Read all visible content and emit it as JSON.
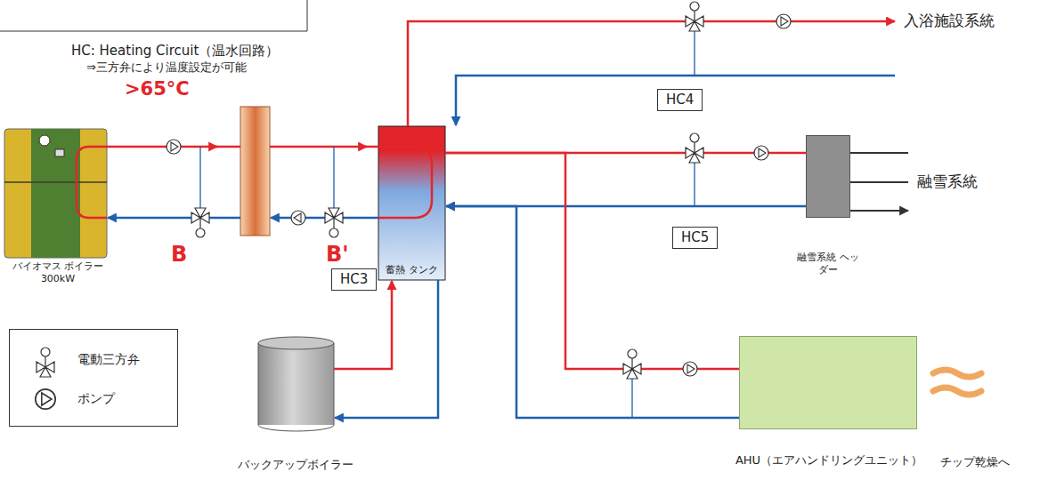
{
  "diagram": {
    "nodes": [
      {
        "text": [
          "バイオマス ボイラー",
          "300kW"
        ]
      },
      {
        "text": [
          "HC3"
        ]
      },
      {
        "text": [
          "蓄熱 タンク"
        ]
      },
      {
        "text": [
          "HC4"
        ]
      },
      {
        "text": [
          "融雪系統 ヘッダー"
        ]
      },
      {
        "text": [
          "HC5"
        ]
      },
      {
        "text": [
          "バックアップボイラー"
        ]
      },
      {
        "text": [
          "AHU（エアハンドリングユニット）"
        ]
      }
    ],
    "edges": [
      {
        "from": 2,
        "to": 4,
        "arrow": "none"
      },
      {
        "from": 4,
        "to": 2,
        "arrow": "to"
      },
      {
        "from": 2,
        "to": 7,
        "arrow": "none"
      },
      {
        "from": 7,
        "to": 2,
        "arrow": "to"
      },
      {
        "from": 6,
        "to": 2,
        "arrow": "to"
      },
      {
        "from": 2,
        "to": 6,
        "arrow": "to"
      }
    ],
    "labels": [
      "HC: Heating Circuit（温水回路）",
      "⇒三方弁により温度設定が可能",
      ">65°C",
      "B",
      "B'",
      "入浴施設系統",
      "融雪系統",
      "チップ乾燥へ"
    ],
    "legend": [
      {
        "text": "電動三方弁"
      },
      {
        "text": "ポンプ"
      }
    ]
  }
}
